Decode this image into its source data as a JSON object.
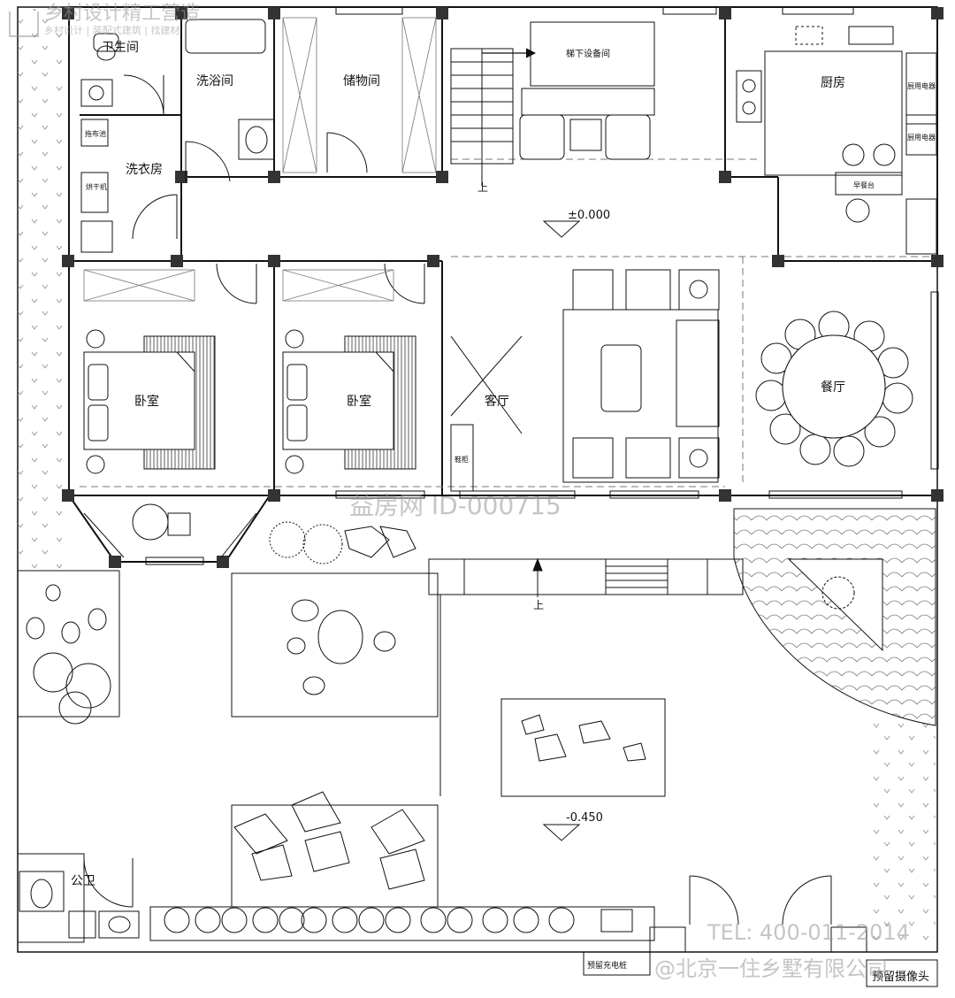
{
  "header": {
    "logo_text": "乡村设计精工营造",
    "logo_sub": "乡村设计 | 装配式建筑 | 找建材"
  },
  "rooms": {
    "toilet": "卫生间",
    "bath": "洗浴间",
    "storage": "储物间",
    "stair_equipment": "梯下设备间",
    "kitchen": "厨房",
    "laundry": "洗衣房",
    "wash_pool": "拖布池",
    "dryer": "烘干机",
    "bedroom_1": "卧室",
    "bedroom_2": "卧室",
    "living": "客厅",
    "shoe_cabinet": "鞋柜",
    "dining": "餐厅",
    "appliance_1": "厨用电器",
    "appliance_2": "厨用电器",
    "breakfast_bar": "早餐台",
    "public_toilet": "公卫",
    "charger": "预留充电桩",
    "camera": "预留摄像头"
  },
  "levels": {
    "indoor": "±0.000",
    "yard": "-0.450"
  },
  "arrows": {
    "up_1": "上",
    "up_2": "上"
  },
  "watermarks": {
    "site_id": "益房网 ID-000715",
    "phone": "TEL: 400-011-2014",
    "company": "@北京一住乡墅有限公司"
  },
  "colors": {
    "line": "#111111",
    "column": "#333333",
    "watermark": "#9a9a9a"
  }
}
